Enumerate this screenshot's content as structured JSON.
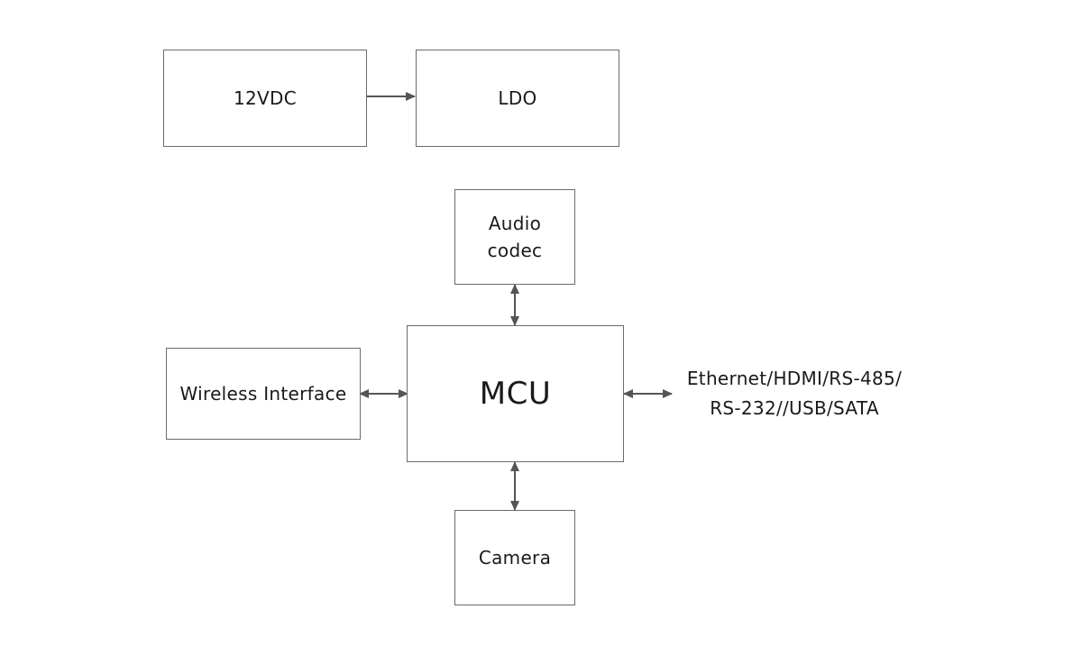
{
  "blocks": {
    "power": {
      "label": "12VDC"
    },
    "ldo": {
      "label": "LDO"
    },
    "audio": {
      "line1": "Audio",
      "line2": "codec"
    },
    "mcu": {
      "label": "MCU"
    },
    "wireless": {
      "label": "Wireless Interface"
    },
    "camera": {
      "label": "Camera"
    }
  },
  "interfaces": {
    "line1": "Ethernet/HDMI/RS-485/",
    "line2": "RS-232//USB/SATA"
  },
  "colors": {
    "border": "#6b6b6b",
    "arrow": "#555555",
    "text": "#1a1a1a"
  }
}
